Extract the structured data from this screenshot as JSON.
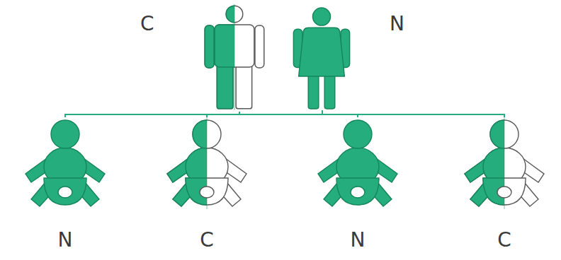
{
  "diagram": {
    "nodes": [
      {
        "text": [
          "C"
        ]
      },
      {
        "text": [
          "N"
        ]
      },
      {
        "text": [
          "N"
        ]
      },
      {
        "text": [
          "C"
        ]
      },
      {
        "text": [
          "N"
        ]
      },
      {
        "text": [
          "C"
        ]
      }
    ],
    "edges": [
      {
        "from": 0,
        "to": 2,
        "arrow": "none"
      },
      {
        "from": 0,
        "to": 3,
        "arrow": "none"
      },
      {
        "from": 0,
        "to": 4,
        "arrow": "none"
      },
      {
        "from": 0,
        "to": 5,
        "arrow": "none"
      },
      {
        "from": 1,
        "to": 2,
        "arrow": "none"
      },
      {
        "from": 1,
        "to": 3,
        "arrow": "none"
      },
      {
        "from": 1,
        "to": 4,
        "arrow": "none"
      },
      {
        "from": 1,
        "to": 5,
        "arrow": "none"
      }
    ]
  }
}
